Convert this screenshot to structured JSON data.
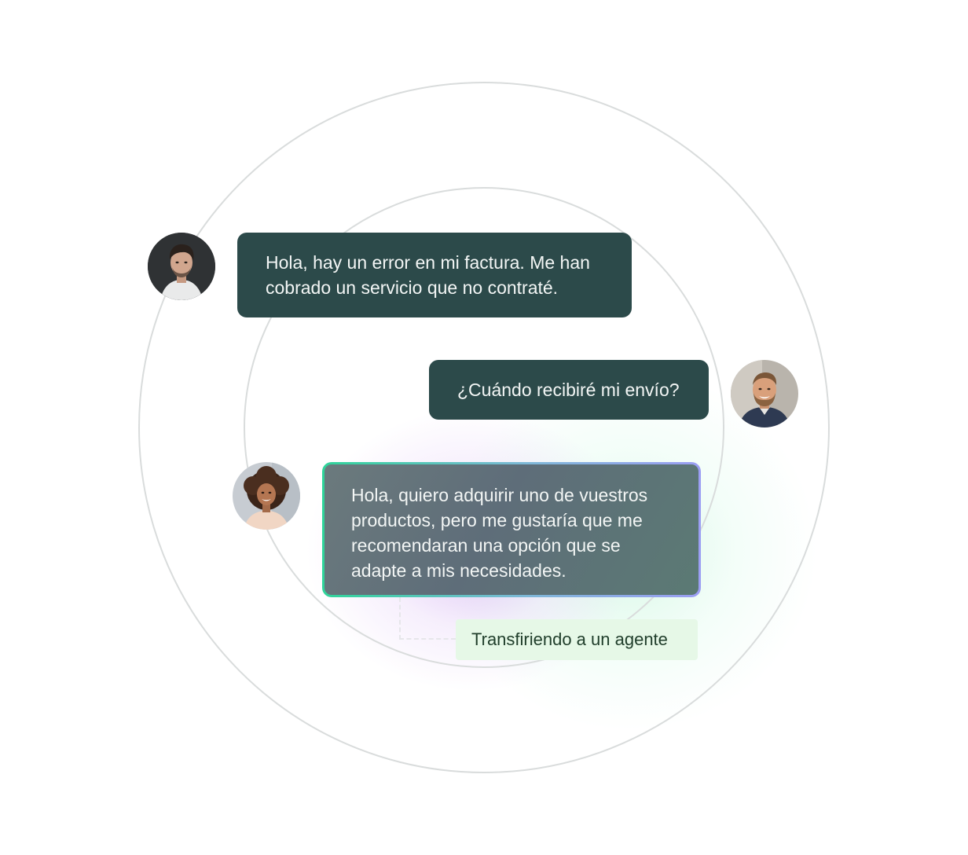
{
  "conversation": {
    "messages": [
      {
        "avatar": "man-dark-hair-avatar",
        "text": "Hola, hay un error en mi factura. Me han cobrado un servicio que no contraté."
      },
      {
        "avatar": "man-beard-smiling-avatar",
        "text": "¿Cuándo recibiré mi envío?"
      },
      {
        "avatar": "woman-curly-hair-avatar",
        "text": "Hola, quiero adquirir uno de vuestros productos, pero me gustaría que me recomendaran una opción que se adapte a mis necesidades."
      }
    ],
    "status": {
      "text": "Transfiriendo a un agente"
    }
  },
  "colors": {
    "bubble_dark": "#2c4a4a",
    "highlight_gradient_start": "#2fd49a",
    "highlight_gradient_end": "#9b9ef3",
    "status_background": "#e6f8e7",
    "ring": "#d9dcdc"
  }
}
